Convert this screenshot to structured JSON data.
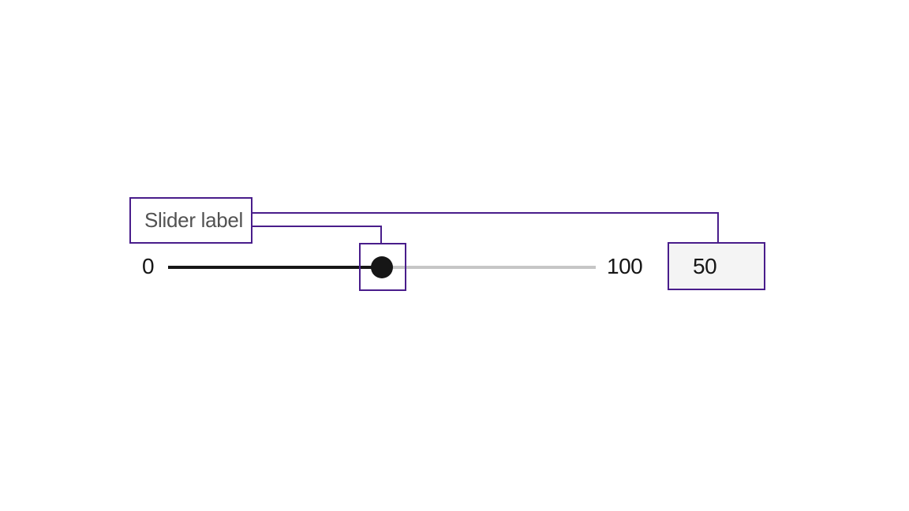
{
  "colors": {
    "page_bg": "#ffffff",
    "annotation": "#491d8b",
    "label_text": "#525252",
    "value_text": "#161616",
    "track_filled": "#161616",
    "track_unfilled": "#c6c6c6",
    "handle": "#161616",
    "input_bg": "#f4f4f4"
  },
  "slider": {
    "label": "Slider label",
    "min_label": "0",
    "max_label": "100",
    "value": "50"
  }
}
